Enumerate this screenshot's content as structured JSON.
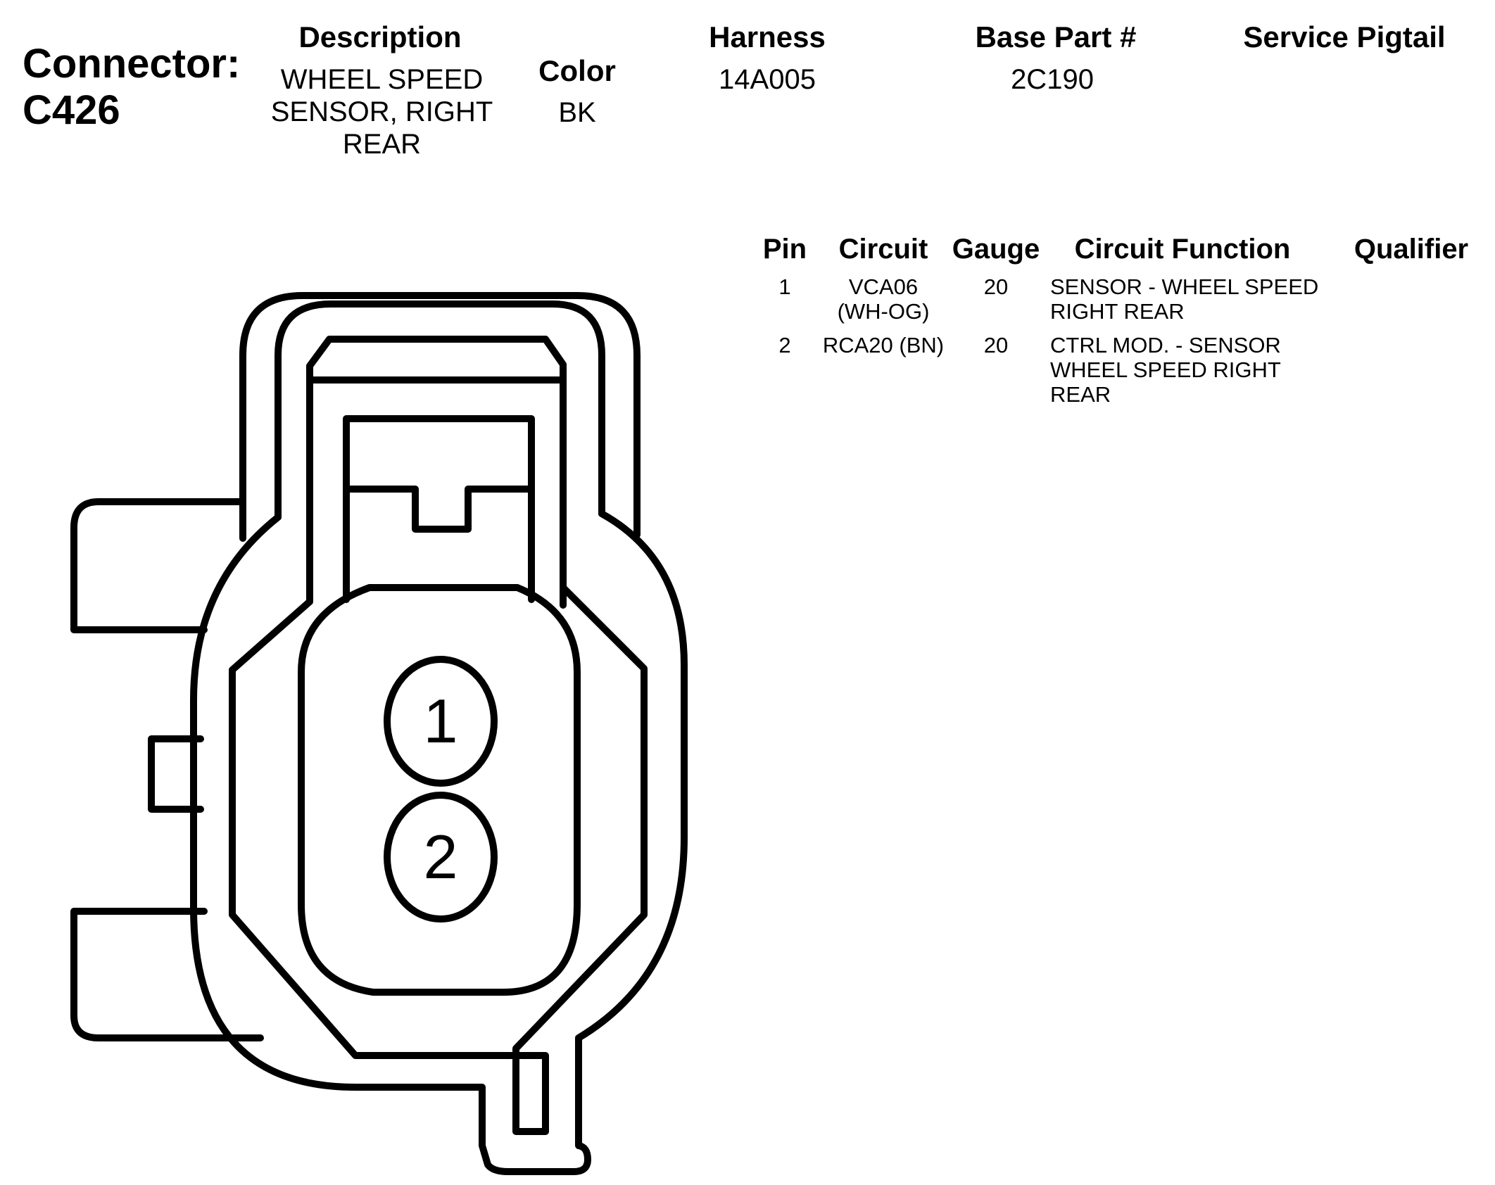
{
  "connector": {
    "label": "Connector:",
    "id": "C426"
  },
  "header": {
    "description_label": "Description",
    "description_value": "WHEEL SPEED SENSOR, RIGHT REAR",
    "color_label": "Color",
    "color_value": "BK",
    "harness_label": "Harness",
    "harness_value": "14A005",
    "base_part_label": "Base Part #",
    "base_part_value": "2C190",
    "service_pigtail_label": "Service Pigtail"
  },
  "pin_table": {
    "headers": [
      "Pin",
      "Circuit",
      "Gauge",
      "Circuit Function",
      "Qualifier"
    ],
    "rows": [
      {
        "pin": "1",
        "circuit_line1": "VCA06",
        "circuit_line2": "(WH-OG)",
        "gauge": "20",
        "function_line1": "SENSOR - WHEEL SPEED",
        "function_line2": "RIGHT REAR",
        "function_line3": ""
      },
      {
        "pin": "2",
        "circuit_line1": "RCA20 (BN)",
        "circuit_line2": "",
        "gauge": "20",
        "function_line1": "CTRL MOD. - SENSOR",
        "function_line2": "WHEEL SPEED RIGHT",
        "function_line3": "REAR"
      }
    ]
  },
  "diagram": {
    "pins": [
      "1",
      "2"
    ],
    "stroke_color": "#000000",
    "fill_color": "#ffffff"
  }
}
